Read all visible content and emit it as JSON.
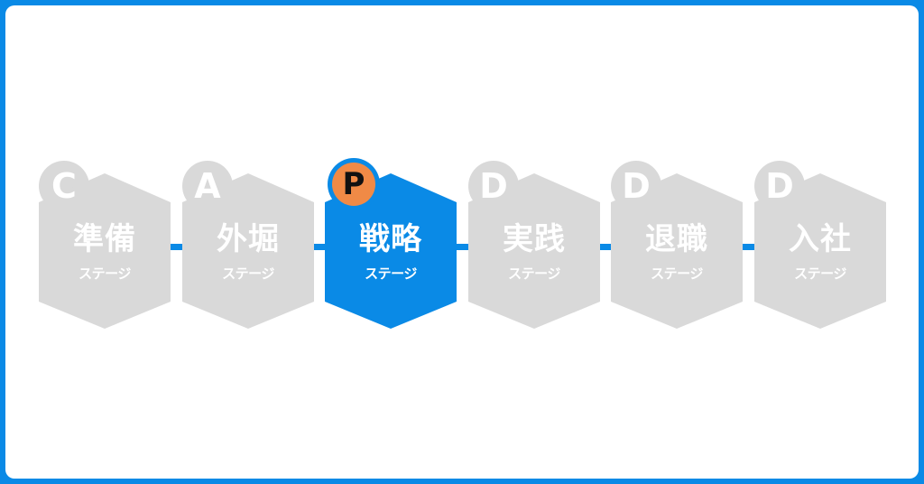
{
  "colors": {
    "frame": "#0a8ae6",
    "background": "#ffffff",
    "inactive": "#d9d9d9",
    "active": "#0a8ae6",
    "active_badge": "#f08a46",
    "connector": "#0a8ae6",
    "text": "#ffffff"
  },
  "stages": [
    {
      "letter": "C",
      "title": "準備",
      "subtitle": "ステージ",
      "active": false
    },
    {
      "letter": "A",
      "title": "外堀",
      "subtitle": "ステージ",
      "active": false
    },
    {
      "letter": "P",
      "title": "戦略",
      "subtitle": "ステージ",
      "active": true
    },
    {
      "letter": "D",
      "title": "実践",
      "subtitle": "ステージ",
      "active": false
    },
    {
      "letter": "D",
      "title": "退職",
      "subtitle": "ステージ",
      "active": false
    },
    {
      "letter": "D",
      "title": "入社",
      "subtitle": "ステージ",
      "active": false
    }
  ]
}
